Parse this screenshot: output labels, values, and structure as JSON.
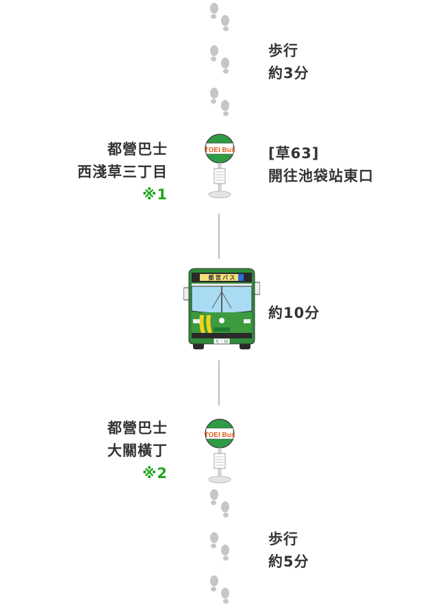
{
  "segments": [
    {
      "type": "walk",
      "label": "歩行",
      "duration": "約3分"
    },
    {
      "type": "board",
      "stop_lines": [
        "都營巴士",
        "西淺草三丁目"
      ],
      "note": "※1",
      "route": "[草63]",
      "destination": "開往池袋站東口"
    },
    {
      "type": "ride",
      "duration": "約10分",
      "bus_sign": "都 営 バ ス",
      "plate": "せ・38"
    },
    {
      "type": "alight",
      "stop_lines": [
        "都營巴士",
        "大關橫丁"
      ],
      "note": "※2"
    },
    {
      "type": "walk",
      "label": "歩行",
      "duration": "約5分"
    }
  ],
  "bus_stop_sign": "TOEI Bus",
  "colors": {
    "green": "#2e9b45",
    "note": "#22a522",
    "text": "#333333",
    "footprint": "#c6c6c6"
  },
  "icons": [
    "footprints-icon",
    "bus-stop-icon",
    "bus-icon"
  ]
}
